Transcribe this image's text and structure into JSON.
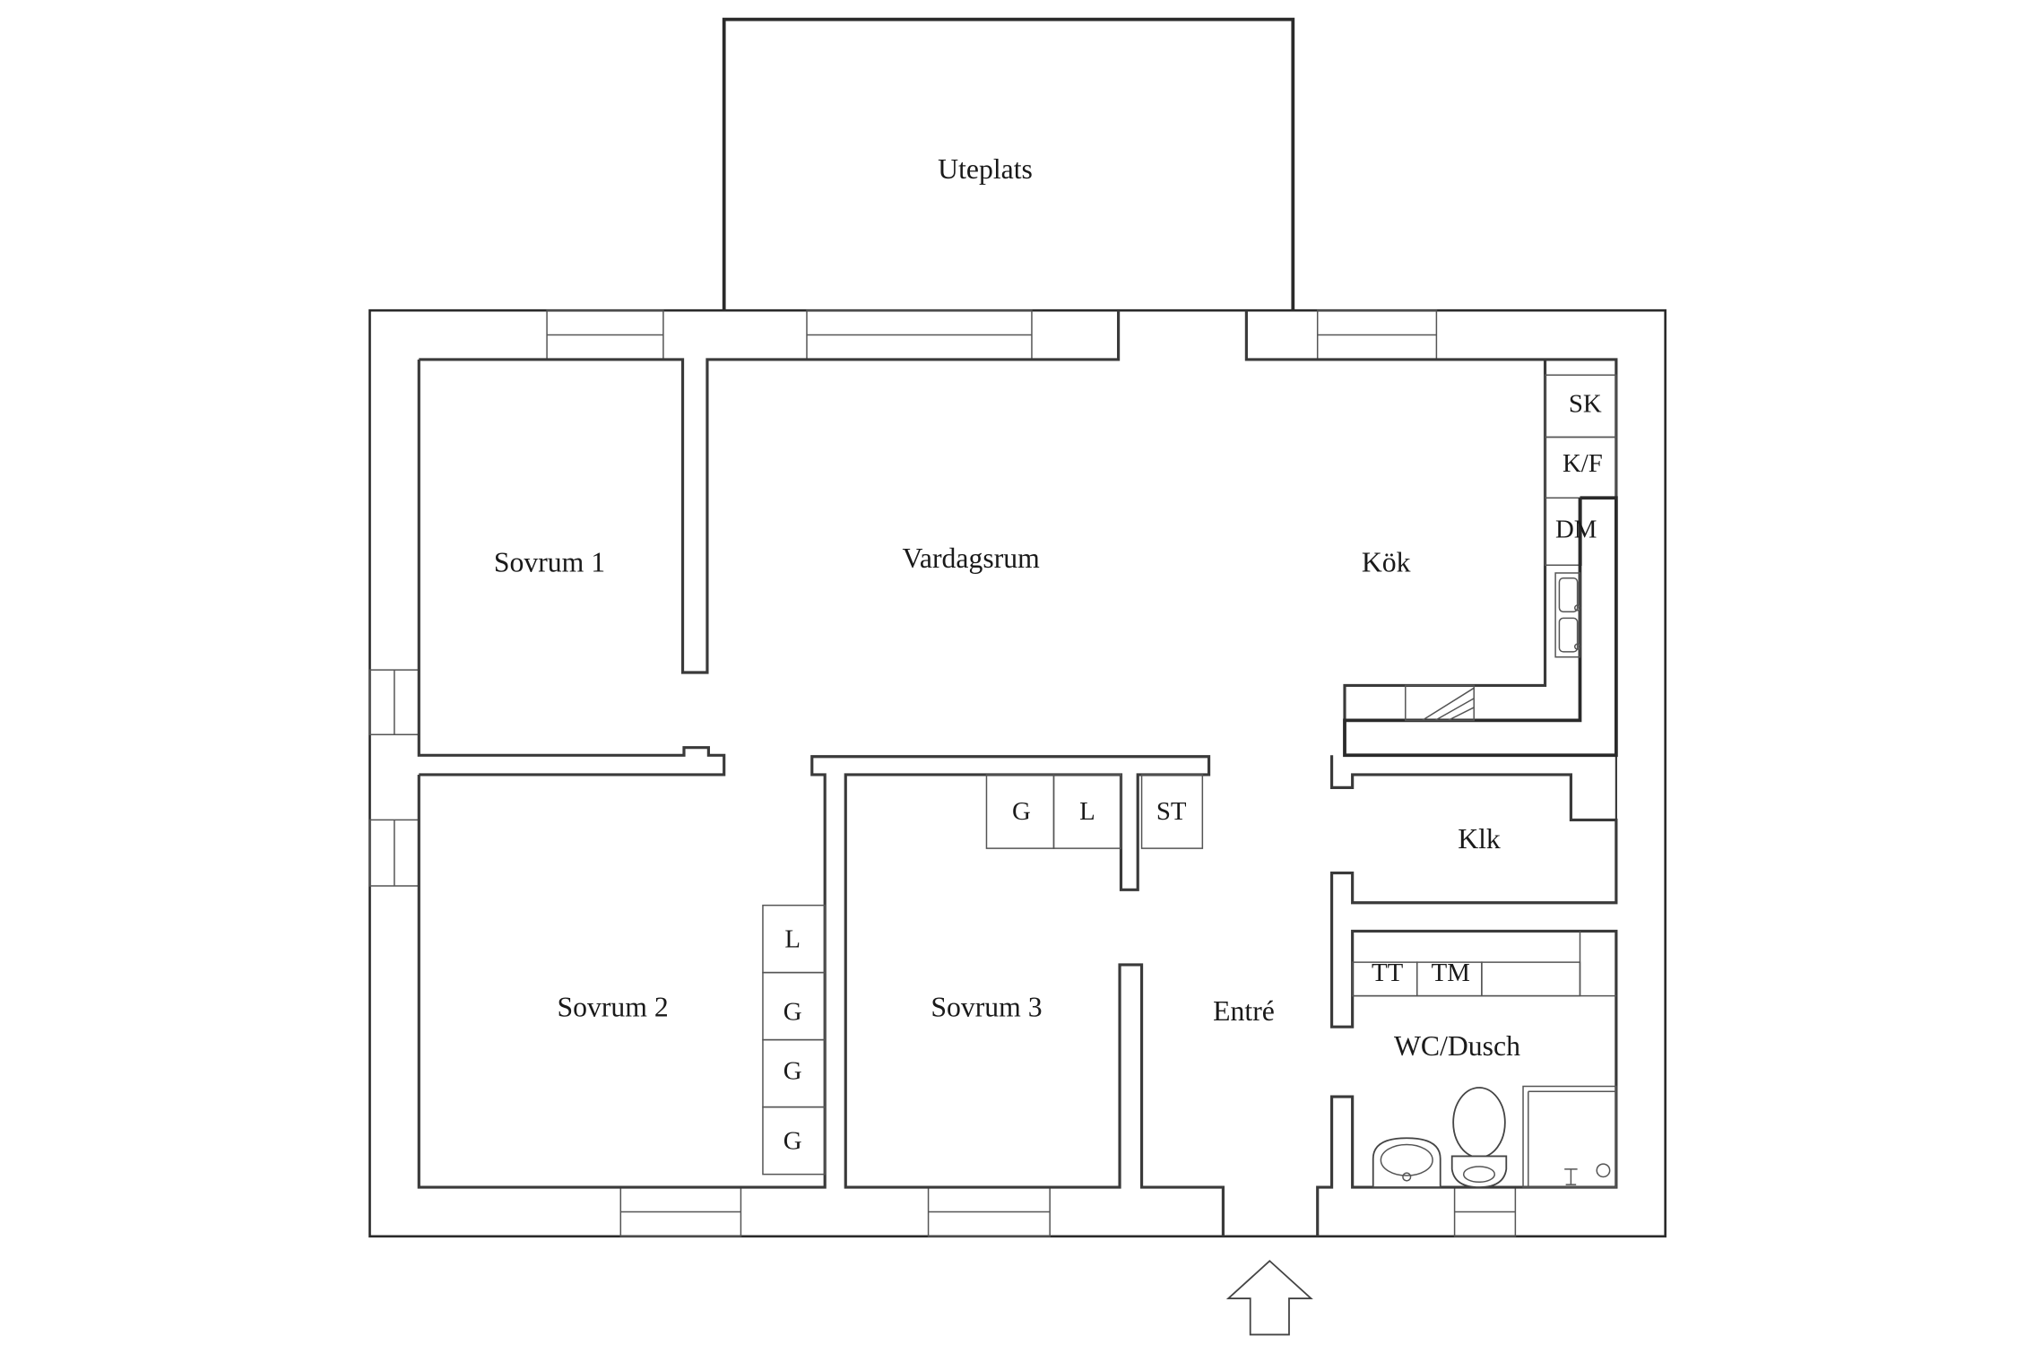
{
  "rooms": {
    "uteplats": "Uteplats",
    "sovrum1": "Sovrum 1",
    "vardagsrum": "Vardagsrum",
    "kok": "Kök",
    "sovrum2": "Sovrum 2",
    "sovrum3": "Sovrum 3",
    "entre": "Entré",
    "klk": "Klk",
    "wc_dusch": "WC/Dusch"
  },
  "fixtures": {
    "sk": "SK",
    "kf": "K/F",
    "dm": "DM",
    "g": "G",
    "l": "L",
    "st": "ST",
    "tt": "TT",
    "tm": "TM"
  }
}
